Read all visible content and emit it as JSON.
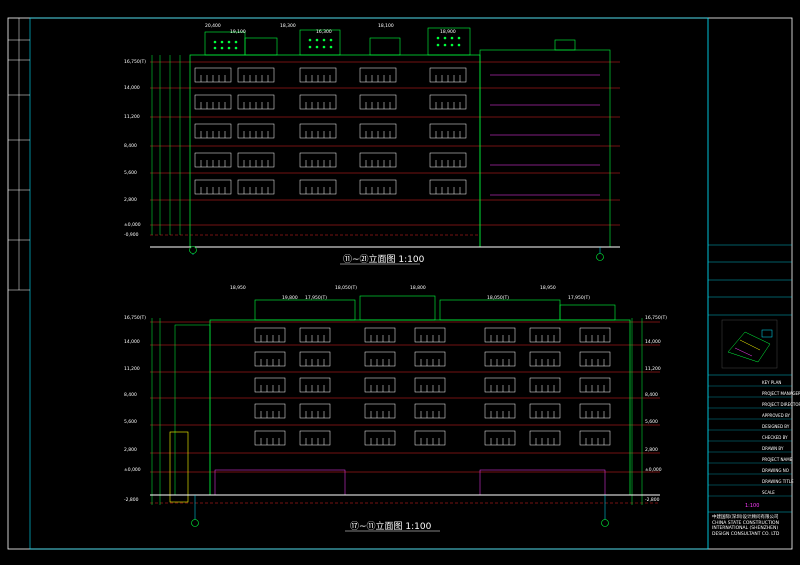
{
  "drawing": {
    "upper_elevation_title": "⑪~㉑立面图 1:100",
    "lower_elevation_title": "⑰~⑪立面图 1:100",
    "upper_grid_left": "⑪",
    "upper_grid_right": "㉑",
    "lower_grid_left": "⑰",
    "lower_grid_right": "⑪"
  },
  "upper_levels": [
    "16,750(T)",
    "14,000",
    "11,200",
    "8,400",
    "5,600",
    "2,800",
    "±0,000",
    "-0,900"
  ],
  "lower_levels": [
    "16,750(T)",
    "14,000",
    "11,200",
    "8,400",
    "5,600",
    "2,800",
    "±0,000",
    "-2,800"
  ],
  "upper_top_marks": [
    "20,400",
    "19,100",
    "18,300",
    "16,300",
    "18,100",
    "18,900"
  ],
  "lower_top_marks": [
    "18,950",
    "19,800",
    "18,050(T)",
    "17,950(T)",
    "18,800",
    "18,050(T)",
    "18,950",
    "17,950(T)"
  ],
  "title_block": {
    "company_cn": "中建国际(深圳)设计顾问有限公司",
    "company_en_1": "CHINA STATE CONSTRUCTION",
    "company_en_2": "INTERNATIONAL (SHENZHEN)",
    "company_en_3": "DESIGN CONSULTANT CO. LTD",
    "rows": [
      "KEY PLAN",
      "PROJECT MANAGER",
      "PROJECT DIRECTOR",
      "APPROVED BY",
      "DESIGNED BY",
      "CHECKED BY",
      "DRAWN BY",
      "PROJECT NAME",
      "DRAWING NO",
      "DRAWING TITLE",
      "SCALE"
    ],
    "scale_value": "1:100"
  },
  "colors": {
    "background": "#000000",
    "frame": "#ffffff",
    "green": "#00ff3c",
    "cyan": "#00e5ff",
    "magenta": "#ff3cff",
    "red": "#ff2a2a",
    "yellow": "#ffff00"
  }
}
